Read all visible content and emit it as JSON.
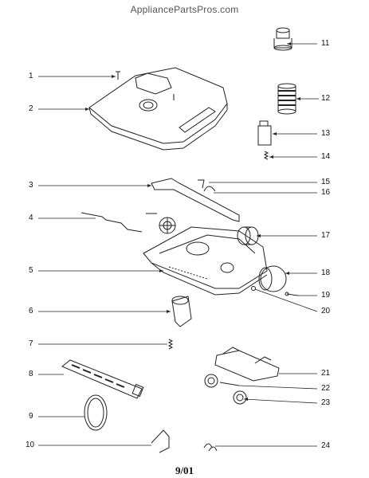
{
  "watermark": "AppliancePartsPros.com",
  "date_code": "9/01",
  "callouts": {
    "c1": "1",
    "c2": "2",
    "c3": "3",
    "c4": "4",
    "c5": "5",
    "c6": "6",
    "c7": "7",
    "c8": "8",
    "c9": "9",
    "c10": "10",
    "c11": "11",
    "c12": "12",
    "c13": "13",
    "c14": "14",
    "c15": "15",
    "c16": "16",
    "c17": "17",
    "c18": "18",
    "c19": "19",
    "c20": "20",
    "c21": "21",
    "c22": "22",
    "c23": "23",
    "c24": "24"
  }
}
